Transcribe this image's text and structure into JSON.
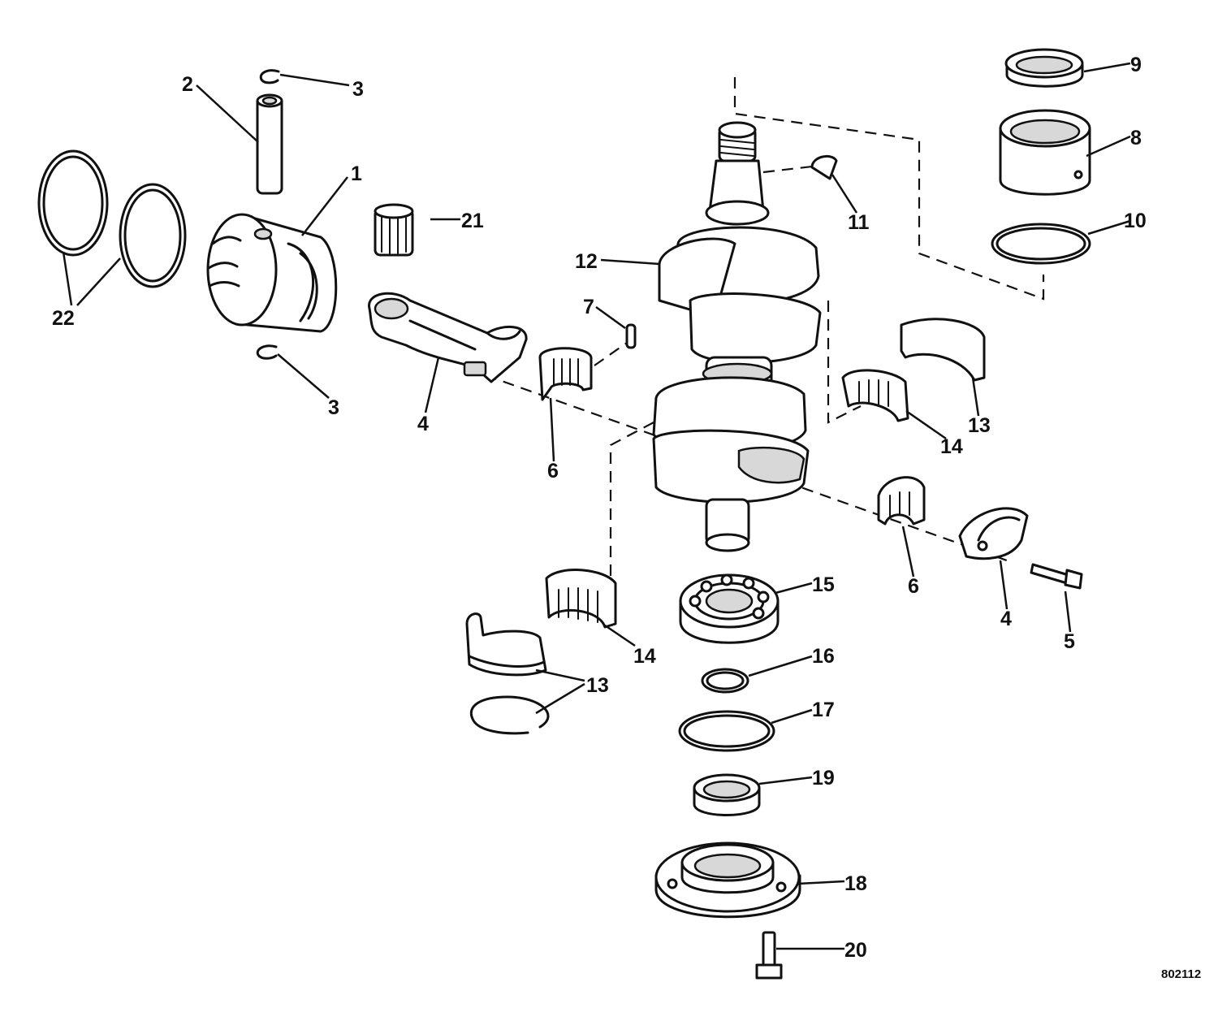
{
  "figure_number": "802112",
  "callouts": {
    "c1": "1",
    "c2": "2",
    "c3a": "3",
    "c3b": "3",
    "c4a": "4",
    "c4b": "4",
    "c5": "5",
    "c6a": "6",
    "c6b": "6",
    "c7": "7",
    "c8": "8",
    "c9": "9",
    "c10": "10",
    "c11": "11",
    "c12": "12",
    "c13a": "13",
    "c13b": "13",
    "c14a": "14",
    "c14b": "14",
    "c15": "15",
    "c16": "16",
    "c17": "17",
    "c18": "18",
    "c19": "19",
    "c20": "20",
    "c21": "21",
    "c22": "22"
  }
}
